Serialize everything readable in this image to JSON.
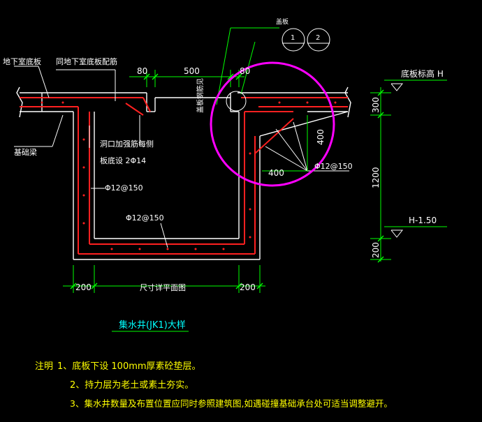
{
  "labels": {
    "basement_slab": "地下室底板",
    "same_as_slab_rebar": "同地下室底板配筋",
    "foundation_beam": "基础梁",
    "hole_reinforce_1": "洞口加强筋每侧",
    "hole_reinforce_2": "板底设 2Φ14",
    "pit_reinforce": "盖板钢筋见",
    "cover": "盖板",
    "circle_1": "1",
    "circle_2": "2",
    "slab_top_elev": "底板标高 H",
    "pit_bottom_elev": "H-1.50",
    "rebar_a": "Φ12@150",
    "rebar_b": "Φ12@150",
    "rebar_c": "Φ12@150",
    "size_note": "尺寸详平面图"
  },
  "dimensions": {
    "d80_left": "80",
    "d500": "500",
    "d80_right": "80",
    "d300": "300",
    "d1200": "1200",
    "d200_right": "200",
    "d400_h": "400",
    "d400_v": "400",
    "d200_bottom_left": "200",
    "d200_bottom_right": "200"
  },
  "title": "集水井(JK1)大样",
  "notes": {
    "prefix": "注明",
    "n1": "1、底板下设 100mm厚素砼垫层。",
    "n2": "2、持力层为老土或素土夯实。",
    "n3": "3、集水井数量及布置位置应同时参照建筑图,如遇碰撞基础承台处可适当调整避开。"
  },
  "colors": {
    "background": "#000000",
    "concrete": "#ffffff",
    "rebar": "#ff2020",
    "dim": "#00ff00",
    "text": "#ffffff",
    "note": "#ffff00",
    "title": "#00ffff",
    "highlight": "#ff00ff"
  }
}
